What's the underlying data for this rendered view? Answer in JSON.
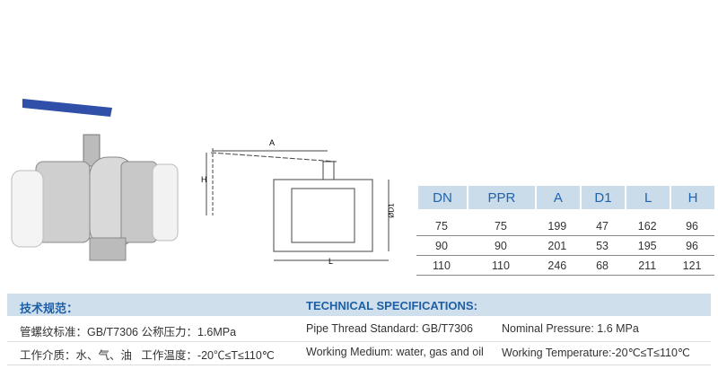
{
  "drawing": {
    "labels": {
      "a": "A",
      "h": "H",
      "l": "L",
      "d1": "ØD1"
    }
  },
  "table": {
    "headers": [
      "DN",
      "PPR",
      "A",
      "D1",
      "L",
      "H"
    ],
    "rows": [
      [
        "75",
        "75",
        "199",
        "47",
        "162",
        "96"
      ],
      [
        "90",
        "90",
        "201",
        "53",
        "195",
        "96"
      ],
      [
        "110",
        "110",
        "246",
        "68",
        "211",
        "121"
      ]
    ]
  },
  "specs": {
    "title_cn": "技术规范：",
    "title_en": "TECHNICAL SPECIFICATIONS:",
    "rows": [
      [
        "管螺纹标准：GB/T7306  公称压力：1.6MPa",
        "Pipe Thread Standard: GB/T7306",
        "Nominal Pressure: 1.6 MPa"
      ],
      [
        "工作介质：水、气、油   工作温度：-20℃≤T≤110℃",
        "Working Medium: water, gas and oil",
        "Working Temperature:-20℃≤T≤110℃"
      ]
    ]
  },
  "colors": {
    "header_bg": "#cadcea",
    "header_text": "#1d63ae",
    "handle": "#2f4fa8"
  }
}
